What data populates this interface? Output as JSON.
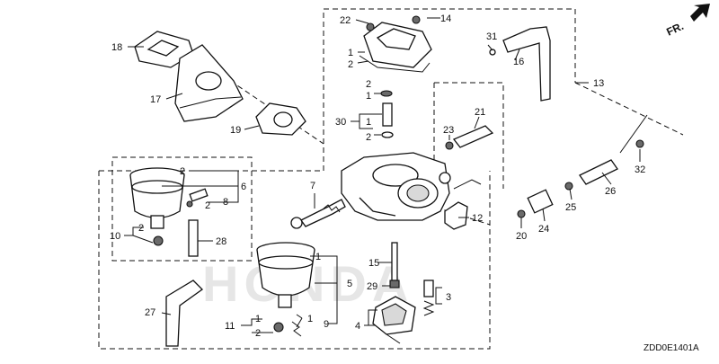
{
  "diagram": {
    "diagram_code": "ZDD0E1401A",
    "front_marker": "FR.",
    "watermark": "HONDA",
    "callouts": {
      "c1a": "1",
      "c1b": "1",
      "c1c": "1",
      "c1d": "1",
      "c1e": "1",
      "c1f": "1",
      "c2a": "2",
      "c2b": "2",
      "c2c": "2",
      "c2d": "2",
      "c2e": "2",
      "c2f": "2",
      "c2g": "2",
      "c3": "3",
      "c4": "4",
      "c5": "5",
      "c6": "6",
      "c7": "7",
      "c8": "8",
      "c9": "9",
      "c10": "10",
      "c11": "11",
      "c12": "12",
      "c13": "13",
      "c14": "14",
      "c15": "15",
      "c16": "16",
      "c17": "17",
      "c18": "18",
      "c19": "19",
      "c20": "20",
      "c21": "21",
      "c22": "22",
      "c23": "23",
      "c24": "24",
      "c25": "25",
      "c26": "26",
      "c27": "27",
      "c28": "28",
      "c29": "29",
      "c30": "30",
      "c31": "31",
      "c32": "32"
    }
  }
}
